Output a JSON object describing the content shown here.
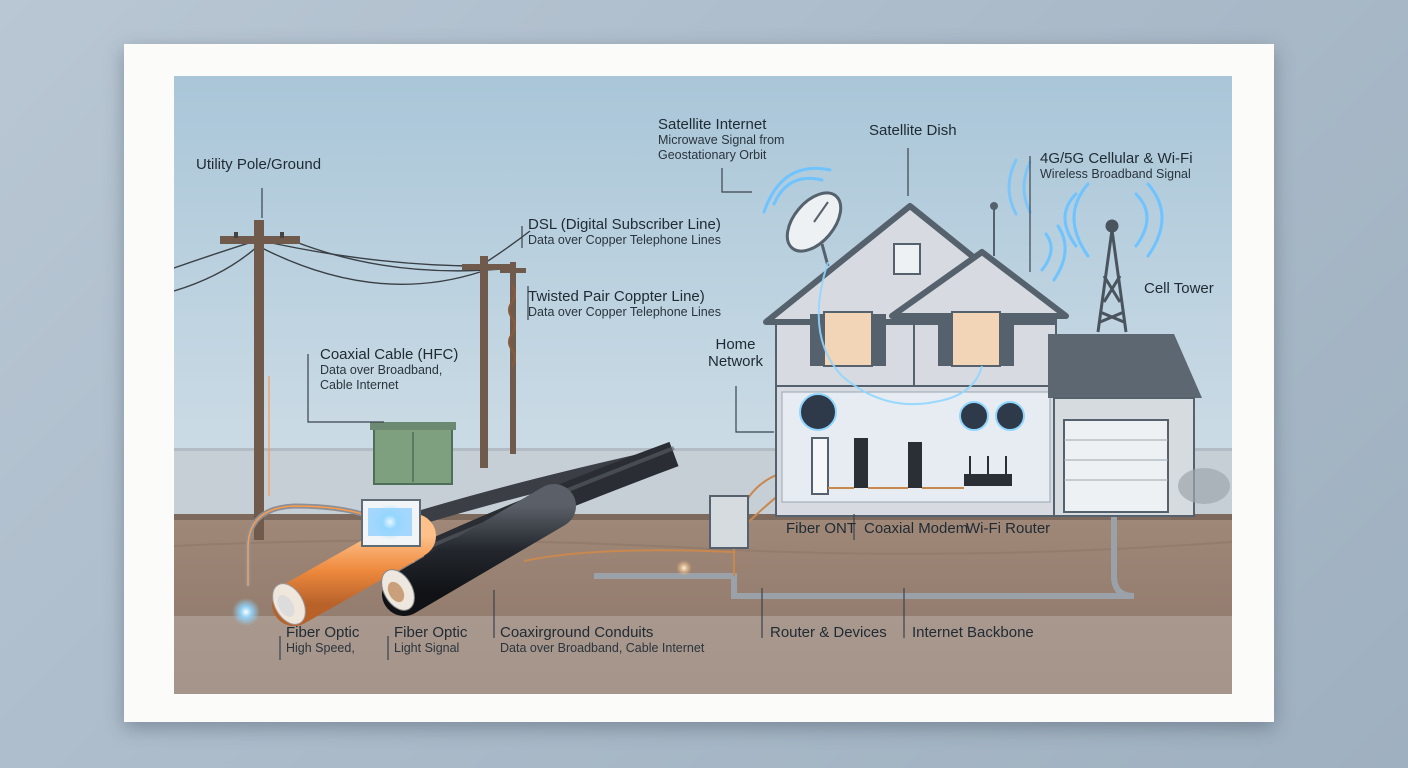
{
  "labels": {
    "utility_pole": "Utility Pole/Ground",
    "satellite_internet": {
      "title": "Satellite Internet",
      "sub1": "Microwave Signal from",
      "sub2": "Geostationary Orbit"
    },
    "satellite_dish": "Satellite Dish",
    "cellular": {
      "title": "4G/5G Cellular & Wi-Fi",
      "sub": "Wireless Broadband Signal"
    },
    "dsl": {
      "title": "DSL (Digital Subscriber Line)",
      "sub": "Data over Copper Telephone Lines"
    },
    "twisted_pair": {
      "title": "Twisted Pair Coppter Line)",
      "sub": "Data over Copper Telephone Lines"
    },
    "cell_tower": "Cell Tower",
    "coaxial": {
      "title": "Coaxial Cable (HFC)",
      "sub1": "Data over Broadband,",
      "sub2": "Cable Internet"
    },
    "home_network": {
      "line1": "Home",
      "line2": "Network"
    },
    "fiber_ont": "Fiber ONT",
    "coaxial_modem": "Coaxial Modem",
    "wifi_router": "Wi-Fi Router",
    "fiber_optic_1": {
      "title": "Fiber Optic",
      "sub": "High Speed,"
    },
    "fiber_optic_2": {
      "title": "Fiber Optic",
      "sub": "Light Signal"
    },
    "conduits": {
      "title": "Coaxirground Conduits",
      "sub": "Data over Broadband, Cable Internet"
    },
    "router_devices": "Router & Devices",
    "internet_backbone": "Internet Backbone"
  },
  "colors": {
    "sky": "#b9d1df",
    "soil": "#8f7a6b",
    "house": "#d7dbe1",
    "roof_trim": "#55616c",
    "fiber_glow": "#ff9a4a",
    "signal_glow": "#6fc3ff",
    "pole_wood": "#6f5a4c"
  }
}
